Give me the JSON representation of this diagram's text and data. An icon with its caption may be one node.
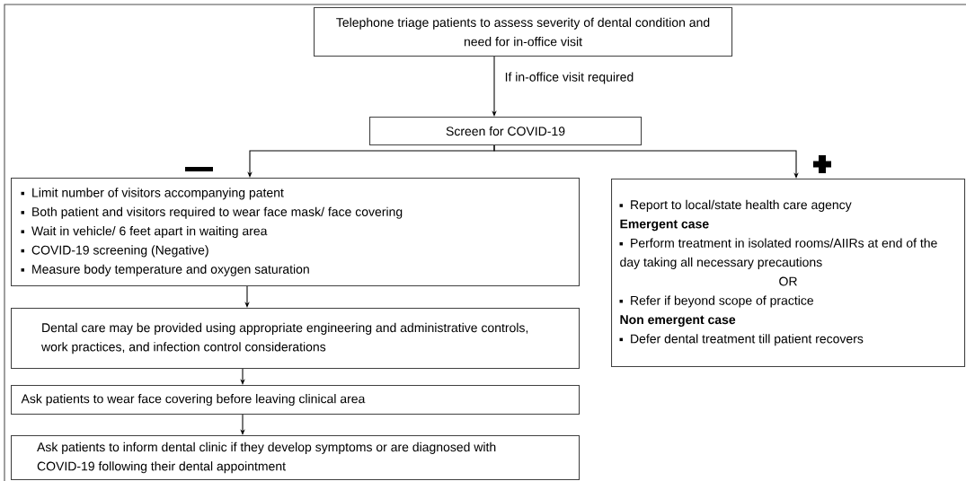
{
  "diagram": {
    "nodes": [
      {
        "text": [
          "Telephone triage patients to assess severity of dental condition and need for in-office visit"
        ]
      },
      {
        "text": [
          "Screen for COVID-19"
        ]
      },
      {
        "text": [
          "Limit number of visitors accompanying patent",
          "Both patient and visitors required to wear face mask/ face covering",
          "Wait in vehicle/ 6 feet apart in waiting area",
          "COVID-19 screening (Negative)",
          "Measure body temperature and oxygen saturation"
        ]
      },
      {
        "text": [
          "Dental care may be provided using appropriate engineering and administrative controls, work practices, and infection control considerations"
        ]
      },
      {
        "text": [
          "Ask patients to wear face covering before leaving clinical area"
        ]
      },
      {
        "text": [
          "Ask patients to inform dental clinic if they develop symptoms or are diagnosed with COVID-19 following their dental appointment"
        ]
      },
      {
        "text": [
          "Report to local/state health care agency",
          "Emergent case",
          "Perform treatment in isolated rooms/AIIRs at end of the day taking all necessary precautions",
          "OR",
          "Refer if beyond scope of practice",
          "Non emergent case",
          "Defer dental treatment till patient recovers"
        ]
      }
    ],
    "edges": [
      {
        "from": 0,
        "to": 1,
        "arrow": "to",
        "label": "If in-office visit required"
      },
      {
        "from": 1,
        "to": 2,
        "arrow": "to"
      },
      {
        "from": 1,
        "to": 6,
        "arrow": "to"
      },
      {
        "from": 2,
        "to": 3,
        "arrow": "to"
      },
      {
        "from": 3,
        "to": 4,
        "arrow": "to"
      },
      {
        "from": 4,
        "to": 5,
        "arrow": "to"
      }
    ]
  }
}
